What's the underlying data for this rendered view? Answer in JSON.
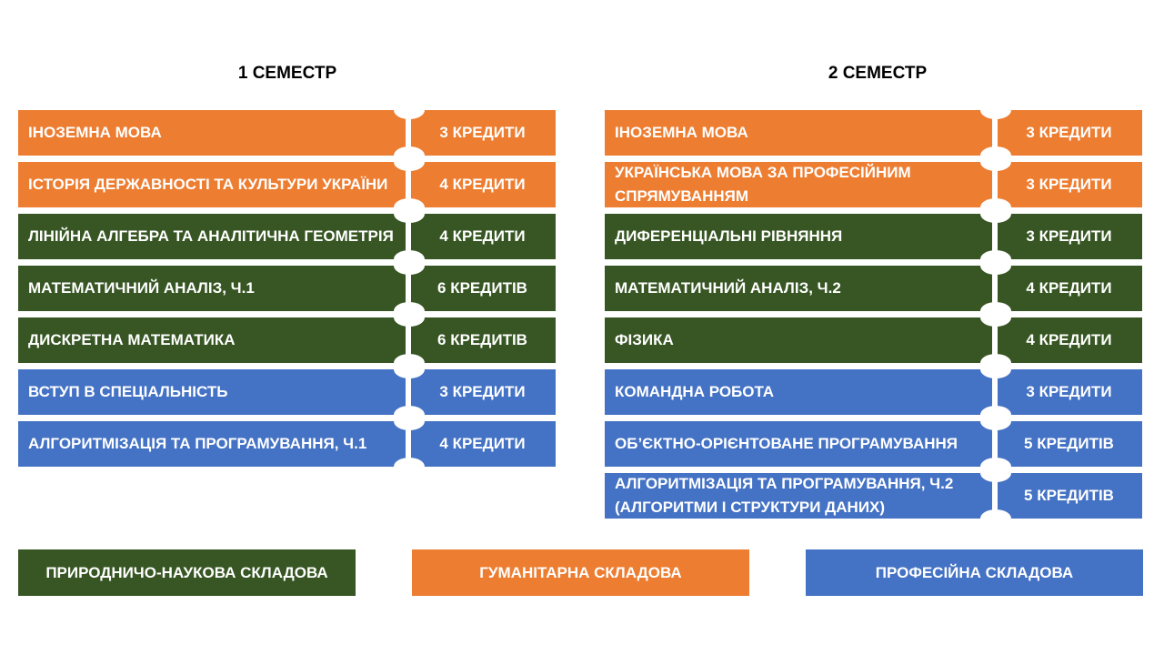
{
  "semesters": [
    {
      "title": "1 СЕМЕСТР",
      "courses": [
        {
          "name": "ІНОЗЕМНА МОВА",
          "credits": "3 КРЕДИТИ",
          "category": "orange"
        },
        {
          "name": "ІСТОРІЯ ДЕРЖАВНОСТІ ТА КУЛЬТУРИ УКРАЇНИ",
          "credits": "4 КРЕДИТИ",
          "category": "orange"
        },
        {
          "name": "ЛІНІЙНА АЛГЕБРА ТА АНАЛІТИЧНА ГЕОМЕТРІЯ",
          "credits": "4 КРЕДИТИ",
          "category": "green"
        },
        {
          "name": "МАТЕМАТИЧНИЙ АНАЛІЗ, Ч.1",
          "credits": "6 КРЕДИТІВ",
          "category": "green"
        },
        {
          "name": "ДИСКРЕТНА МАТЕМАТИКА",
          "credits": "6 КРЕДИТІВ",
          "category": "green"
        },
        {
          "name": "ВСТУП В СПЕЦІАЛЬНІСТЬ",
          "credits": "3 КРЕДИТИ",
          "category": "blue"
        },
        {
          "name": "АЛГОРИТМІЗАЦІЯ ТА ПРОГРАМУВАННЯ, Ч.1",
          "credits": "4 КРЕДИТИ",
          "category": "blue"
        }
      ]
    },
    {
      "title": "2 СЕМЕСТР",
      "courses": [
        {
          "name": "ІНОЗЕМНА МОВА",
          "credits": "3 КРЕДИТИ",
          "category": "orange"
        },
        {
          "name": "УКРАЇНСЬКА МОВА ЗА ПРОФЕСІЙНИМ СПРЯМУВАННЯМ",
          "credits": "3 КРЕДИТИ",
          "category": "orange"
        },
        {
          "name": "ДИФЕРЕНЦІАЛЬНІ РІВНЯННЯ",
          "credits": "3 КРЕДИТИ",
          "category": "green"
        },
        {
          "name": "МАТЕМАТИЧНИЙ АНАЛІЗ, Ч.2",
          "credits": "4 КРЕДИТИ",
          "category": "green"
        },
        {
          "name": "ФІЗИКА",
          "credits": "4 КРЕДИТИ",
          "category": "green"
        },
        {
          "name": "КОМАНДНА РОБОТА",
          "credits": "3 КРЕДИТИ",
          "category": "blue"
        },
        {
          "name": "ОБ’ЄКТНО-ОРІЄНТОВАНЕ ПРОГРАМУВАННЯ",
          "credits": "5 КРЕДИТІВ",
          "category": "blue"
        },
        {
          "name": "АЛГОРИТМІЗАЦІЯ ТА ПРОГРАМУВАННЯ, Ч.2 (АЛГОРИТМИ І СТРУКТУРИ ДАНИХ)",
          "credits": "5 КРЕДИТІВ",
          "category": "blue"
        }
      ]
    }
  ],
  "legend": [
    {
      "label": "ПРИРОДНИЧО-НАУКОВА СКЛАДОВА",
      "category": "green"
    },
    {
      "label": "ГУМАНІТАРНА СКЛАДОВА",
      "category": "orange"
    },
    {
      "label": "ПРОФЕСІЙНА СКЛАДОВА",
      "category": "blue"
    }
  ],
  "colors": {
    "orange": "#ED7D31",
    "green": "#375623",
    "blue": "#4472C4"
  }
}
